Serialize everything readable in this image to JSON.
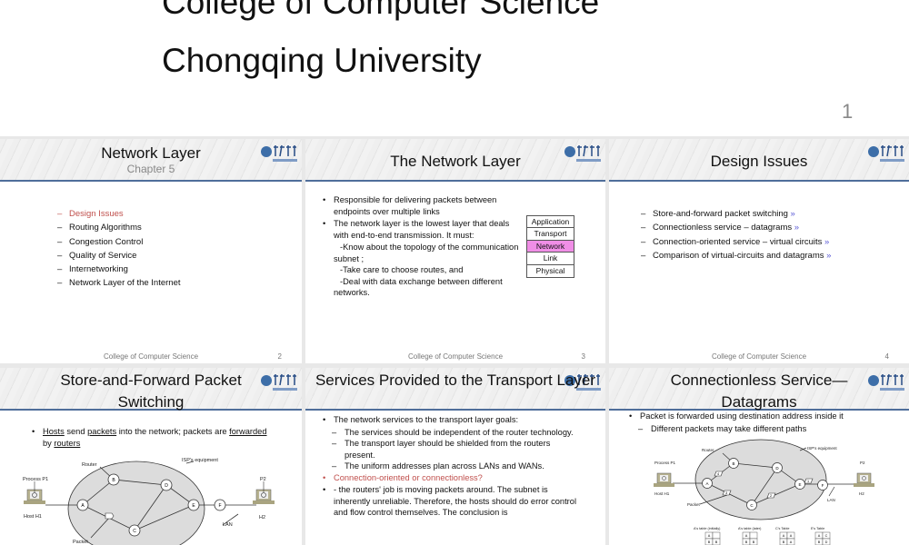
{
  "cover": {
    "line1": "College of Computer Science",
    "line2": "Chongqing University",
    "page": "1"
  },
  "footer": "College of Computer Science",
  "colors": {
    "accent_red": "#c0504d",
    "link_blue": "#5b5bd6",
    "header_rule": "#4f6e9a",
    "highlight": "#f08ee6"
  },
  "slides": [
    {
      "title": "Network Layer",
      "subtitle": "Chapter 5",
      "page": "2",
      "items": [
        "Design Issues",
        "Routing Algorithms",
        "Congestion Control",
        "Quality of Service",
        "Internetworking",
        "Network Layer of the Internet"
      ]
    },
    {
      "title": "The Network Layer",
      "page": "3",
      "bullet1": "Responsible for delivering packets between endpoints over multiple links",
      "bullet2": "The network layer is the lowest layer that deals with end-to-end transmission. It must:",
      "sub1": "-Know about the topology of the communication subnet ;",
      "sub2": "-Take care to choose routes, and",
      "sub3": "-Deal with data exchange between different networks.",
      "stack": [
        "Application",
        "Transport",
        "Network",
        "Link",
        "Physical"
      ]
    },
    {
      "title": "Design Issues",
      "page": "4",
      "arrow": "»",
      "items": [
        "Store-and-forward packet switching",
        "Connectionless service – datagrams",
        "Connection-oriented service – virtual circuits",
        "Comparison of virtual-circuits and datagrams"
      ]
    },
    {
      "title": "Store-and-Forward Packet Switching",
      "bullet": {
        "w1": "Hosts",
        "t1": " send ",
        "w2": "packets",
        "t2": " into the network; packets are ",
        "w3": "forwarded",
        "t3": " by ",
        "w4": "routers"
      },
      "diagram": {
        "isp": "ISP's equipment",
        "router": "Router",
        "p1": "Process P1",
        "h1": "Host H1",
        "p2": "P2",
        "h2": "H2",
        "lan": "LAN",
        "packet": "Packet",
        "nodes": [
          "A",
          "B",
          "C",
          "D",
          "E",
          "F"
        ]
      }
    },
    {
      "title": "Services Provided to the Transport Layer",
      "b1": "The network services to the transport layer goals:",
      "d1": "The services should be independent of the router technology.",
      "d2": "The transport layer should be shielded from the routers present.",
      "d3": "The uniform addresses plan across LANs and WANs.",
      "b2": "Connection-oriented or connectionless?",
      "b3": "- the routers' job is moving packets around. The subnet is inherently unreliable. Therefore, the hosts should do error control and flow control themselves. The conclusion is"
    },
    {
      "title": "Connectionless Service—Datagrams",
      "b1": "Packet is forwarded using destination address inside it",
      "d1": "Different packets may take different paths",
      "diagram": {
        "isp": "ISP's equipment",
        "router": "Router",
        "p1": "Process P1",
        "h1": "Host H1",
        "p2": "P2",
        "h2": "H2",
        "lan": "LAN",
        "packet": "Packet",
        "nodes": [
          "A",
          "B",
          "C",
          "D",
          "E",
          "F"
        ],
        "packets": [
          "1",
          "2",
          "3",
          "4"
        ],
        "tables": [
          "A's table (initially)",
          "A's table (later)",
          "C's Table",
          "E's Table"
        ],
        "table_cells": [
          [
            "A",
            "",
            "B",
            "B"
          ],
          [
            "A",
            "",
            "B",
            "B"
          ],
          [
            "A",
            "A",
            "B",
            "A"
          ],
          [
            "A",
            "C",
            "B",
            "D"
          ]
        ]
      }
    }
  ]
}
